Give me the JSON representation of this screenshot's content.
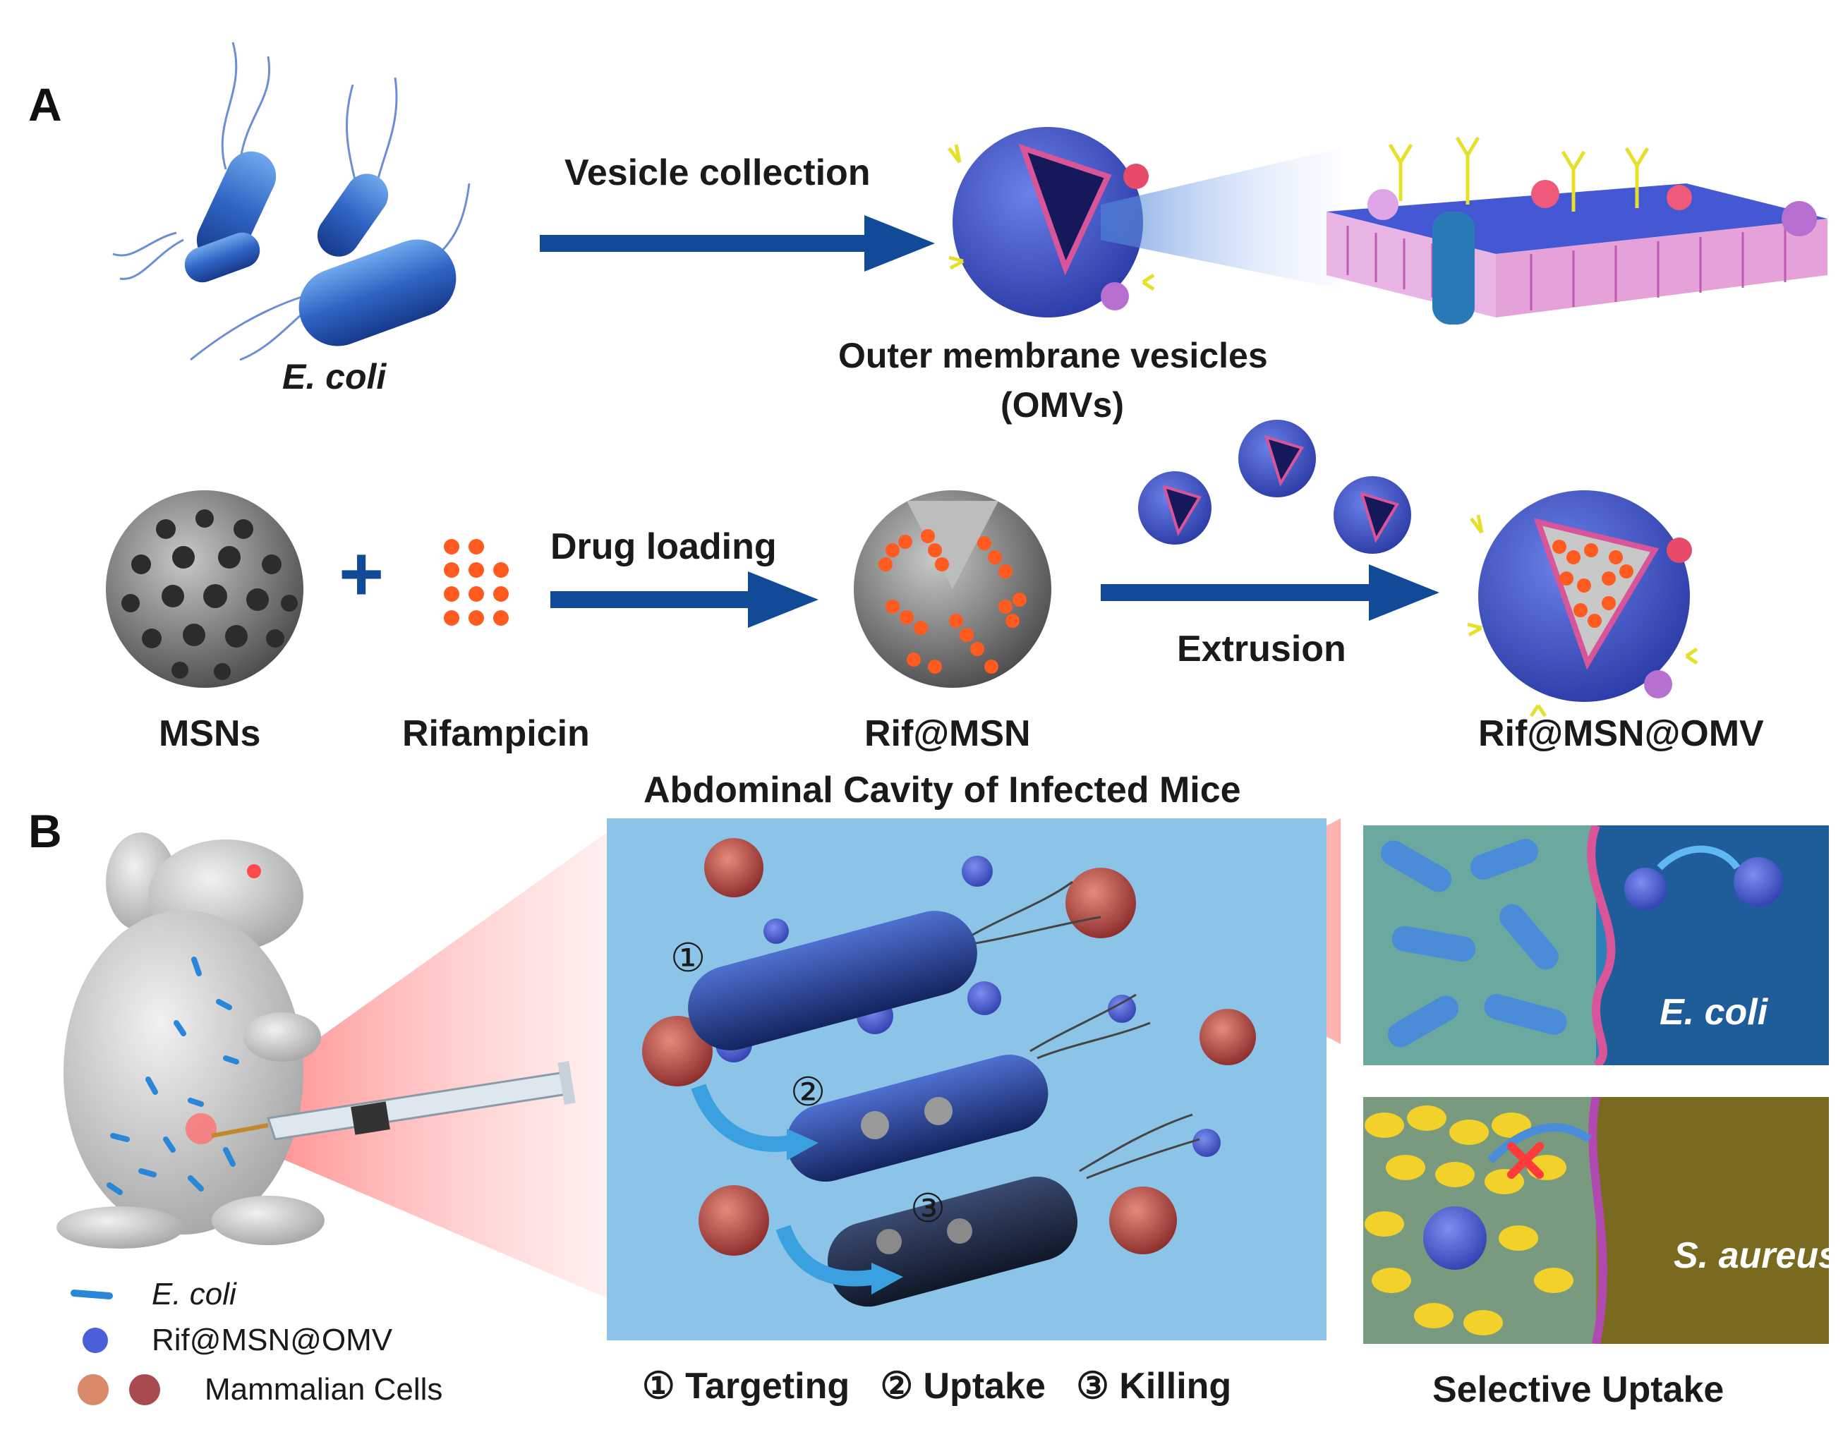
{
  "panel_a": {
    "letter": "A",
    "ecoli_label": "E. coli",
    "vesicle_step": "Vesicle  collection",
    "omv_label_line1": "Outer membrane vesicles",
    "omv_label_line2": "(OMVs)",
    "msn_label": "MSNs",
    "plus": "+",
    "rifampicin_label": "Rifampicin",
    "drug_step": "Drug  loading",
    "rifmsn_label": "Rif@MSN",
    "extrusion_step": "Extrusion",
    "final_label": "Rif@MSN@OMV"
  },
  "panel_b": {
    "letter": "B",
    "cavity_title": "Abdominal Cavity of Infected Mice",
    "step1_num": "①",
    "step2_num": "②",
    "step3_num": "③",
    "steps_caption": "① Targeting   ② Uptake   ③ Killing",
    "ecoli_panel_label": "E. coli",
    "saureus_panel_label": "S. aureus",
    "selective_caption": "Selective Uptake",
    "legend": [
      {
        "label": "E. coli"
      },
      {
        "label": "Rif@MSN@OMV"
      },
      {
        "label": "Mammalian Cells"
      }
    ]
  },
  "colors": {
    "arrow_blue": "#114a96",
    "vesicle_blue": "#3e54c8",
    "vesicle_dark": "#1a1f6b",
    "drug_orange": "#ff5a1f",
    "cavity_bg": "#8cc4e8",
    "ecoli_panel_bg": "#3b8fc4",
    "saureus_panel_bg": "#8a7a2a"
  }
}
